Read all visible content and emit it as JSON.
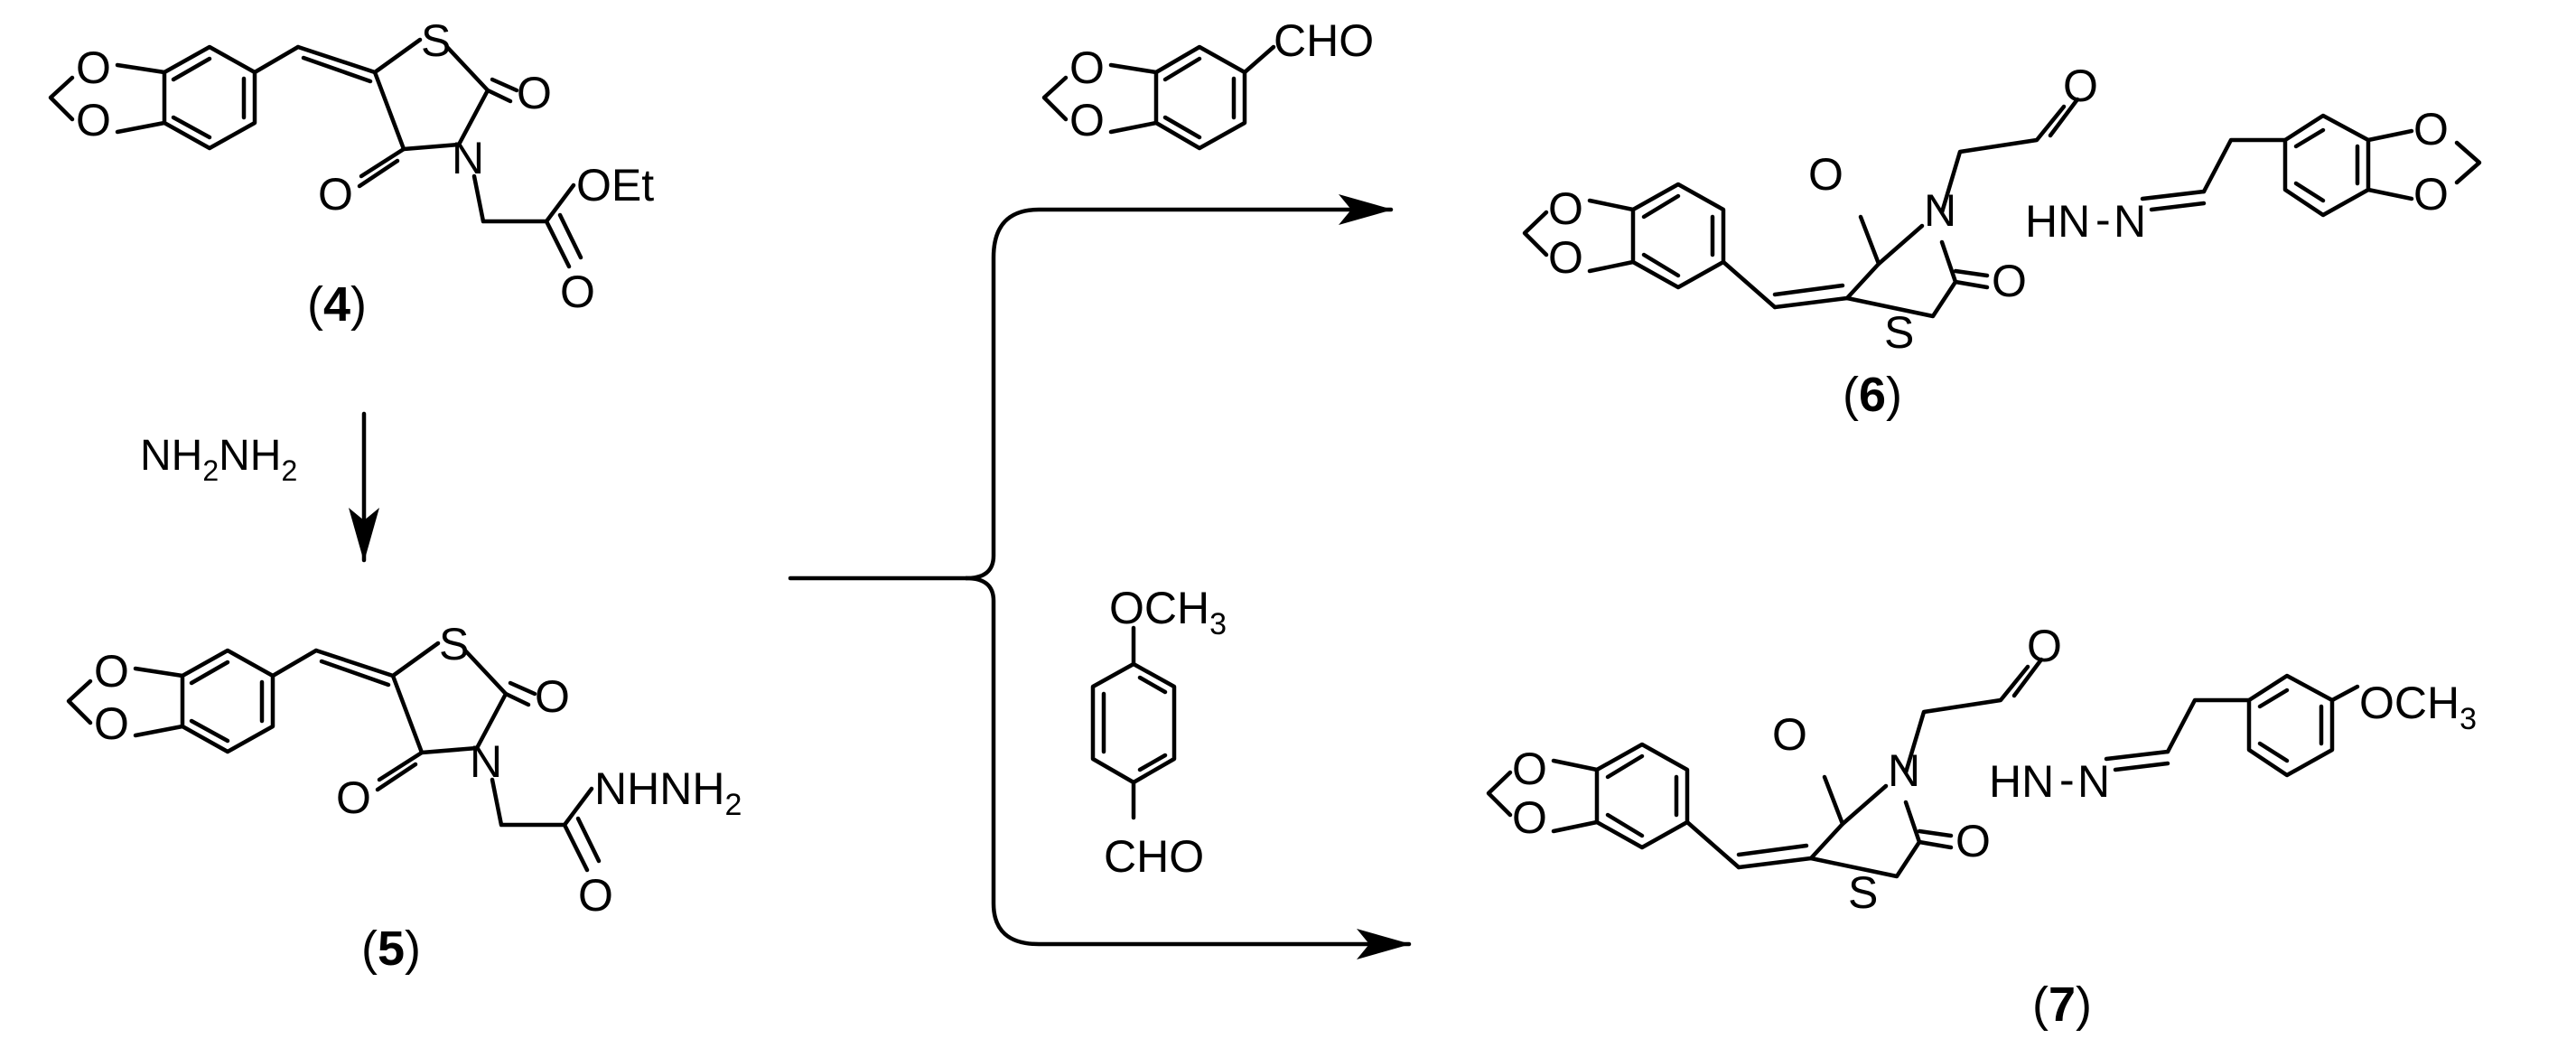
{
  "compounds": [
    {
      "id": "4",
      "paren_open": "(",
      "number": "4",
      "paren_close": ")"
    },
    {
      "id": "5",
      "paren_open": "(",
      "number": "5",
      "paren_close": ")"
    },
    {
      "id": "6",
      "paren_open": "(",
      "number": "6",
      "paren_close": ")"
    },
    {
      "id": "7",
      "paren_open": "(",
      "number": "7",
      "paren_close": ")"
    }
  ],
  "atoms": {
    "O": "O",
    "S": "S",
    "N": "N",
    "OEt": "OEt",
    "NHNH": "NHNH",
    "HN": "HN",
    "sub2": "2",
    "sub3": "3",
    "dash": "-",
    "CHO": "CHO",
    "OCH": "OCH"
  },
  "reagents": {
    "hydrazine_parts": [
      "NH",
      "2",
      "NH",
      "2"
    ]
  }
}
